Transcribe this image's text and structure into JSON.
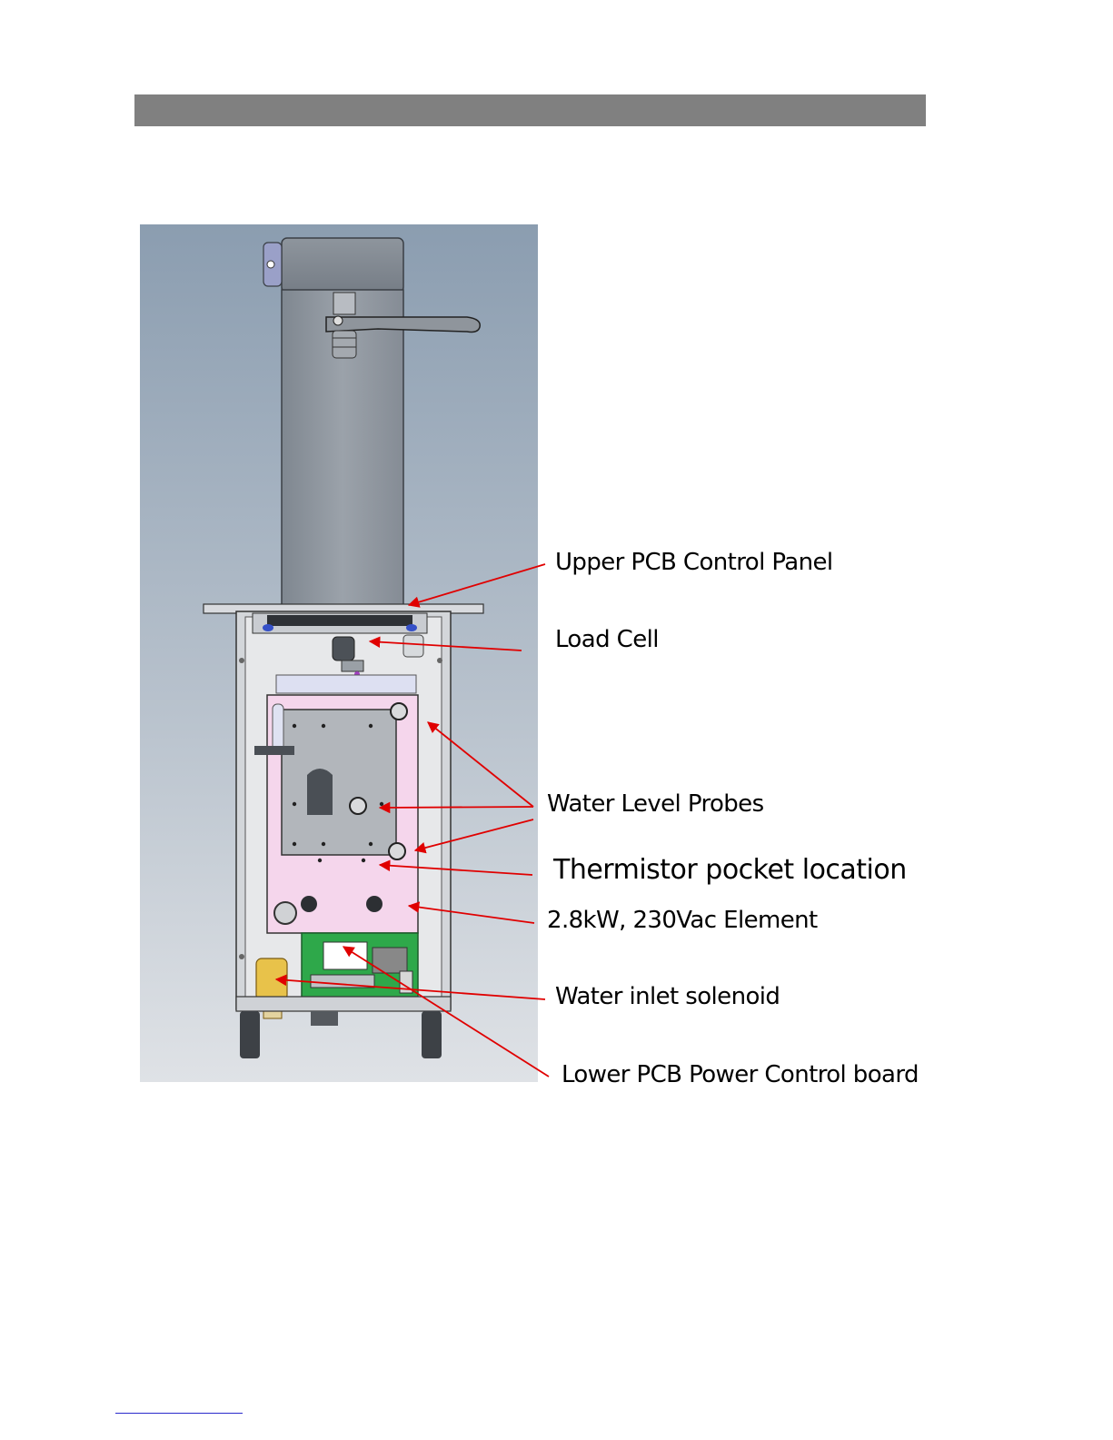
{
  "colors": {
    "section_bar": "#808080",
    "arrow": "#e00000",
    "heater_tank": "#f5d6ec",
    "pcb": "#2ea84a",
    "solenoid": "#e8c24a"
  },
  "callouts": [
    {
      "id": "upper-pcb",
      "label": "Upper PCB Control Panel"
    },
    {
      "id": "load-cell",
      "label": "Load Cell"
    },
    {
      "id": "water-level-probes",
      "label": "Water Level Probes"
    },
    {
      "id": "thermistor",
      "label": "Thermistor pocket location"
    },
    {
      "id": "element",
      "label": "2.8kW, 230Vac Element"
    },
    {
      "id": "solenoid",
      "label": "Water inlet solenoid"
    },
    {
      "id": "lower-pcb",
      "label": "Lower PCB Power Control board"
    }
  ]
}
